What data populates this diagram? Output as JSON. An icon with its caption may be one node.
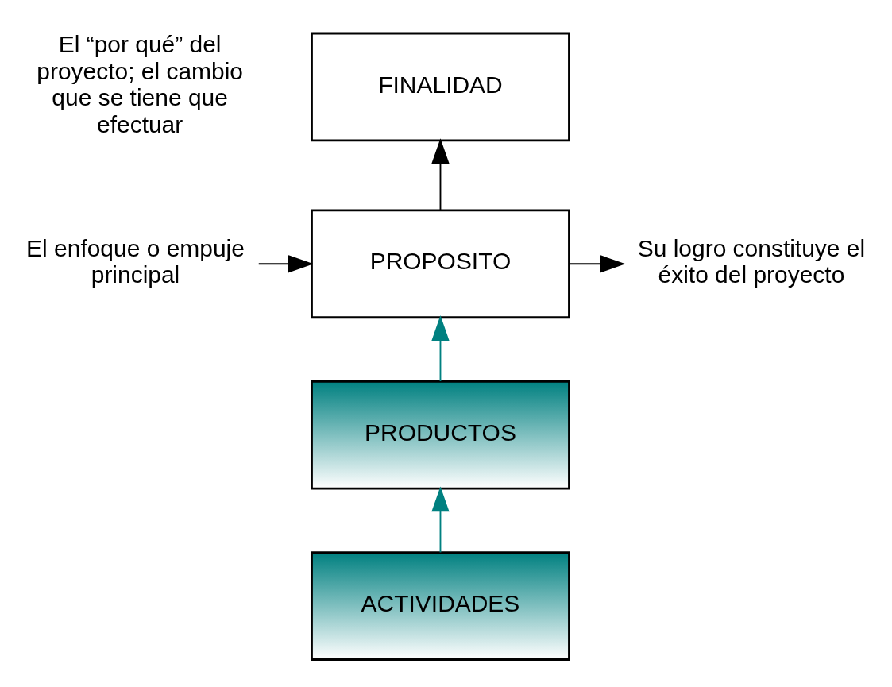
{
  "diagram": {
    "nodes": [
      {
        "text": [
          "FINALIDAD"
        ],
        "beside": [
          "El “por qué” del proyecto; el cambio que se tiene que efectuar"
        ]
      },
      {
        "text": [
          "El enfoque o empuje principal"
        ]
      },
      {
        "text": [
          "PROPOSITO"
        ]
      },
      {
        "text": [
          "Su logro constituye el éxito del proyecto"
        ]
      },
      {
        "text": [
          "PRODUCTOS"
        ]
      },
      {
        "text": [
          "ACTIVIDADES"
        ]
      }
    ],
    "edges": [
      {
        "from": 2,
        "to": 0,
        "arrow": "to"
      },
      {
        "from": 4,
        "to": 2,
        "arrow": "to",
        "color": "#008080"
      },
      {
        "from": 5,
        "to": 4,
        "arrow": "to",
        "color": "#008080"
      },
      {
        "from": 1,
        "to": 2,
        "arrow": "to"
      },
      {
        "from": 2,
        "to": 3,
        "arrow": "to"
      }
    ]
  }
}
